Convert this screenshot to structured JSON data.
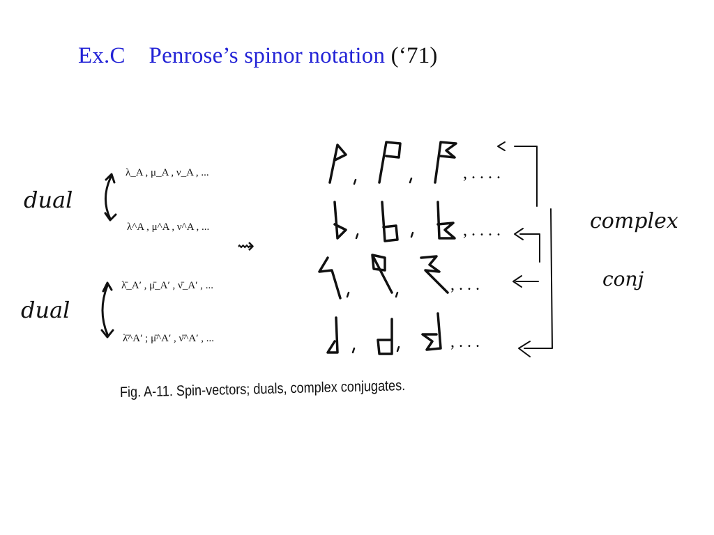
{
  "title": {
    "prefix": "Ex.C",
    "main": "Penrose’s spinor notation",
    "year": "(‘71)"
  },
  "labels": {
    "dual_upper": "dual",
    "dual_lower": "dual",
    "complex_line1": "complex",
    "complex_line2": "conj"
  },
  "spinors": {
    "row1": "λ_A , μ_A , ν_A , ...",
    "row2": "λ^A , μ^A , ν^A , ...",
    "row3": "λ̄_A′ , μ̄_A′ , ν̄_A′ , ...",
    "row4": "λ̄^A′ ; μ̄^A′ , ν̄^A′ , ..."
  },
  "squiggle_arrow": "⇝",
  "flag_rows": {
    "row1_suffix": ", . . . .",
    "row2_suffix": ", . . . .",
    "row3_suffix": ", . . .",
    "row4_suffix": ", . . ."
  },
  "caption": "Fig. A-11. Spin-vectors; duals, complex conjugates."
}
